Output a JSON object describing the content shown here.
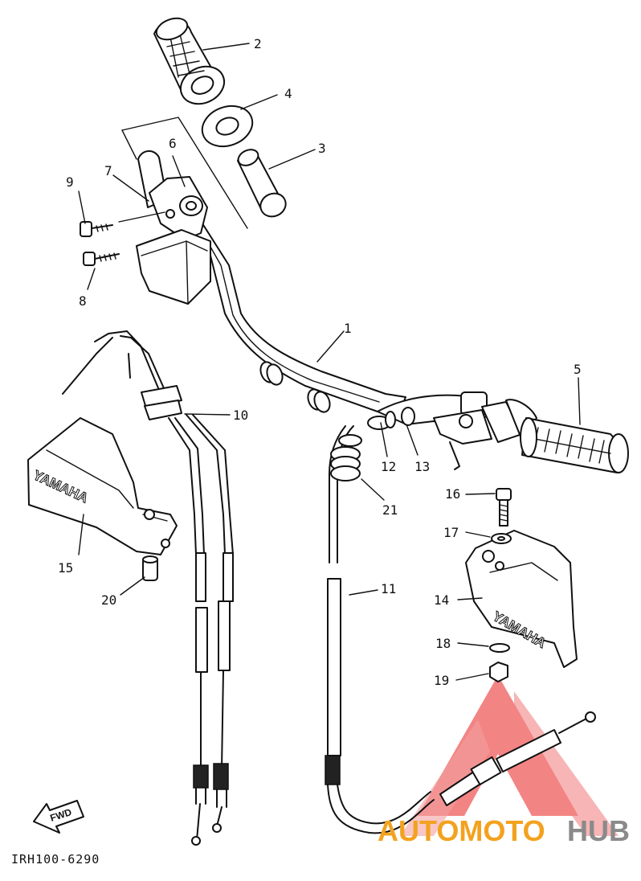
{
  "diagram": {
    "drawing_code": "IRH100-6290",
    "fwd_label": "FWD",
    "guard_text": "YAMAHA",
    "callouts": [
      "1",
      "2",
      "3",
      "4",
      "5",
      "6",
      "7",
      "8",
      "9",
      "10",
      "11",
      "12",
      "13",
      "14",
      "15",
      "16",
      "17",
      "18",
      "19",
      "20",
      "21"
    ]
  },
  "watermark": {
    "part1": "AUTOMOTO",
    "part2": "HUB",
    "colors": {
      "orange": "#f3a21f",
      "gray": "#8a8a8a",
      "red": "#e84a4a"
    }
  }
}
